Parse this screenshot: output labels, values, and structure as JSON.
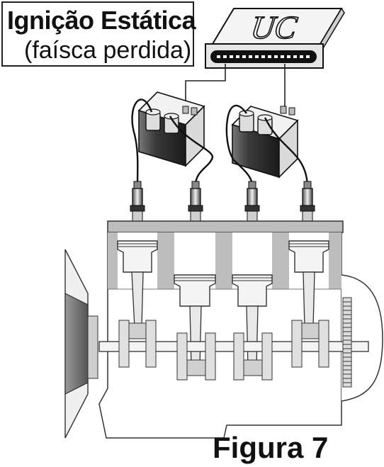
{
  "title": {
    "line1": "Ignição Estática",
    "line2": "(faísca perdida)"
  },
  "ecu": {
    "label": "UC"
  },
  "figure": {
    "label": "Figura 7"
  },
  "icons": [
    "ecu-module-icon",
    "ignition-coil-icon",
    "spark-plug-icon",
    "engine-block-icon",
    "piston-icon",
    "crankshaft-icon",
    "pulley-icon",
    "flywheel-icon"
  ]
}
